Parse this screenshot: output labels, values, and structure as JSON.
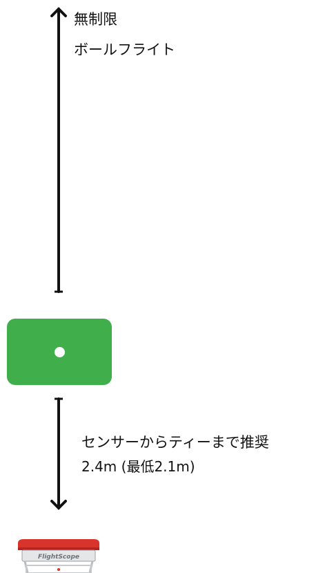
{
  "top_label": {
    "line1": "無制限",
    "line2": "ボールフライト"
  },
  "bottom_label": {
    "line1": "センサーからティーまで推奨",
    "line2": "2.4m (最低2.1m)"
  },
  "sensor": {
    "brand": "FlightScope"
  },
  "colors": {
    "tee_mat": "#3fae4b",
    "sensor_red": "#d9342b",
    "line": "#111111"
  },
  "icons": {
    "top": "arrow-up-icon",
    "bottom": "arrow-down-icon"
  }
}
